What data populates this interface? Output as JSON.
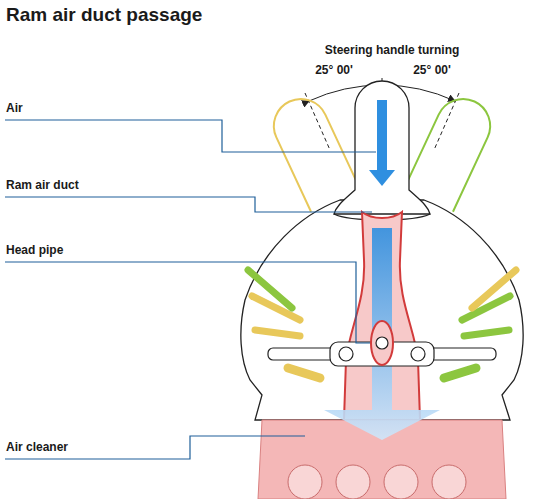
{
  "diagram": {
    "title": "Ram air duct passage",
    "labels": [
      "Steering handle turning",
      "25° 00'",
      "25° 00'",
      "Air",
      "Ram air duct",
      "Head pipe",
      "Air cleaner"
    ]
  }
}
